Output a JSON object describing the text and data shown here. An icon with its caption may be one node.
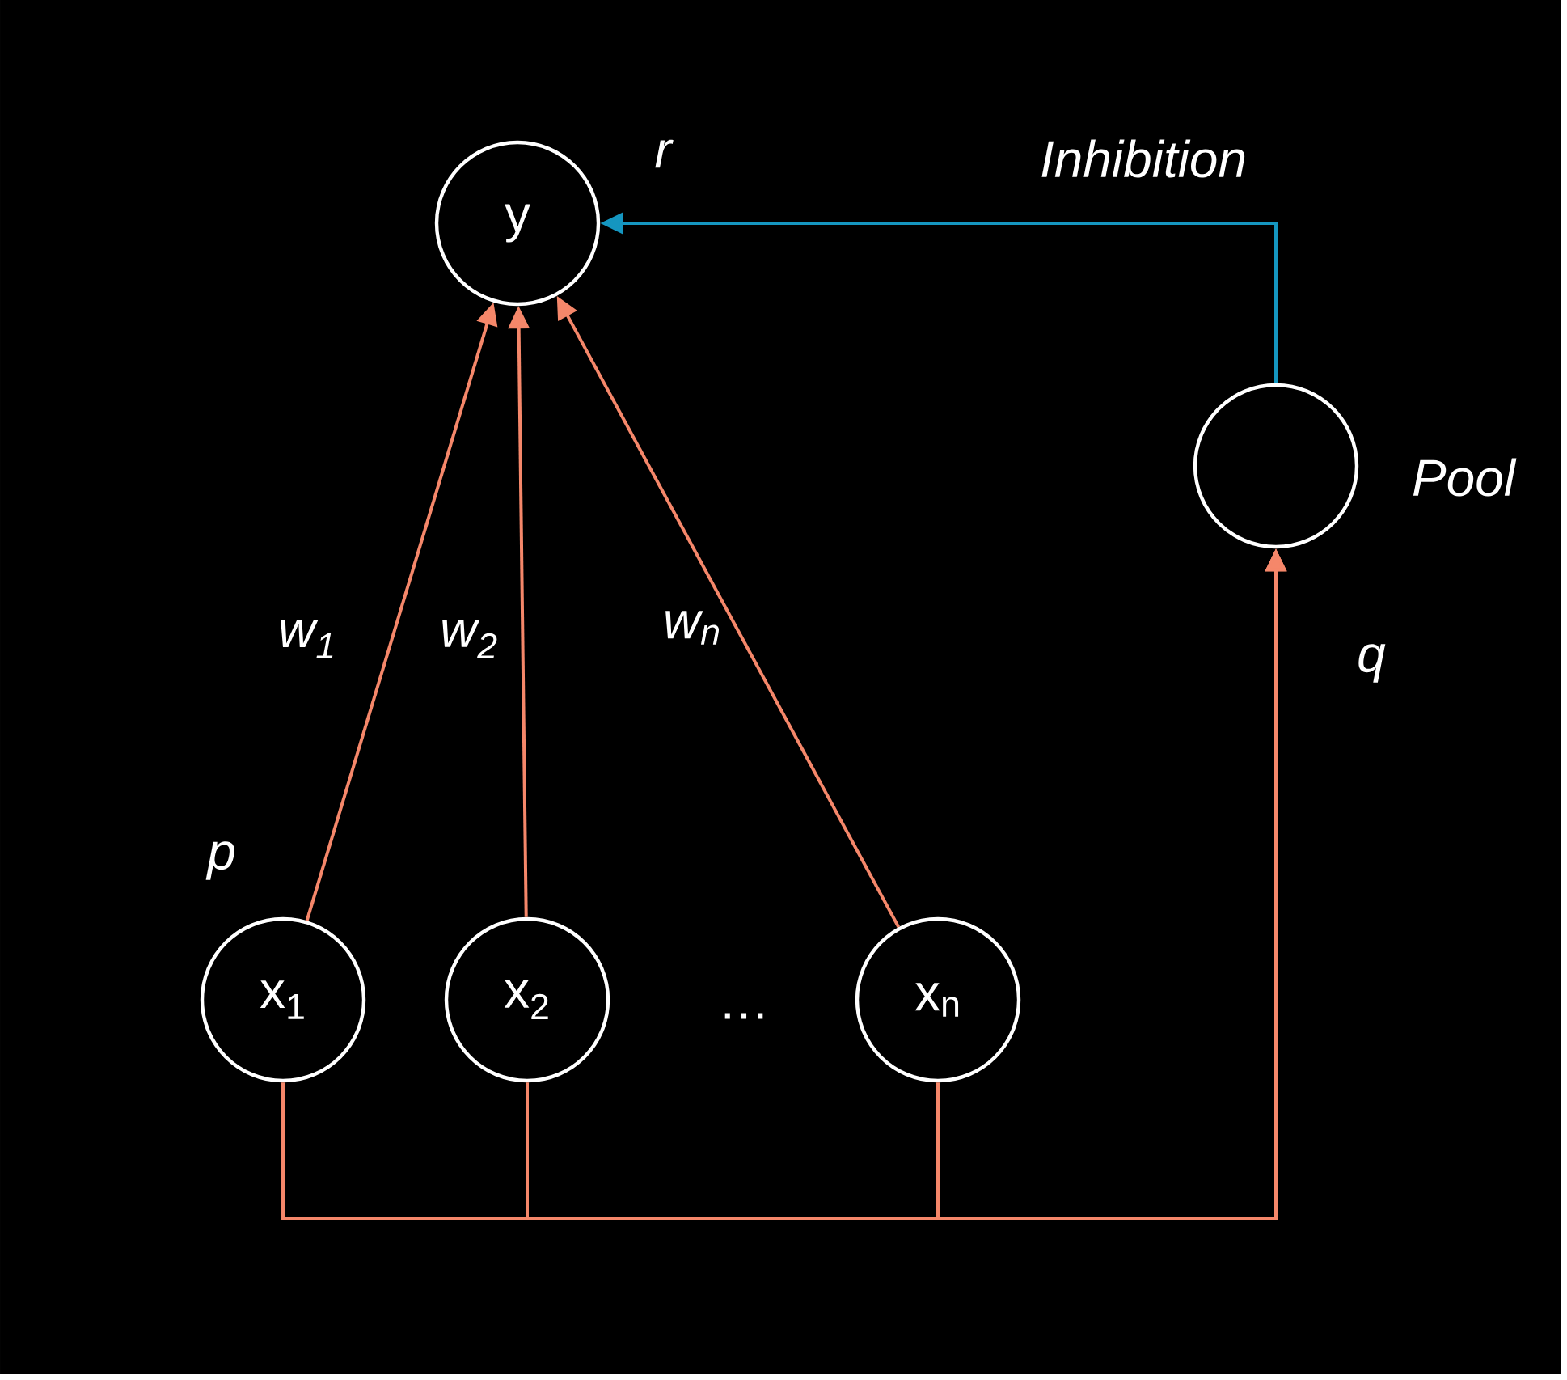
{
  "diagram": {
    "nodes": [
      {
        "text": [
          "y"
        ],
        "beside": [
          "r"
        ]
      },
      {
        "text": [],
        "shape": "circle",
        "beside": [
          "Pool"
        ]
      },
      {
        "text": [
          "x$_{1}$"
        ],
        "beside": [
          "p"
        ]
      },
      {
        "text": [
          "x$_{2}$"
        ]
      },
      {
        "text": [
          "x$_{n}$"
        ]
      }
    ],
    "edges": [
      {
        "from": 2,
        "to": 0,
        "arrow": "to",
        "label": "w$_{1}$"
      },
      {
        "from": 3,
        "to": 0,
        "arrow": "to",
        "label": "w$_{2}$"
      },
      {
        "from": 4,
        "to": 0,
        "arrow": "to",
        "label": "w$_{n}$"
      },
      {
        "from": 1,
        "to": 0,
        "arrow": "to",
        "label": "Inhibition",
        "color": "#1596c0"
      },
      {
        "from": 2,
        "to": 1,
        "arrow": "to",
        "label": "q"
      },
      {
        "from": 3,
        "to": 1,
        "arrow": "to"
      },
      {
        "from": 4,
        "to": 1,
        "arrow": "to"
      }
    ],
    "labels": [
      "…"
    ]
  }
}
